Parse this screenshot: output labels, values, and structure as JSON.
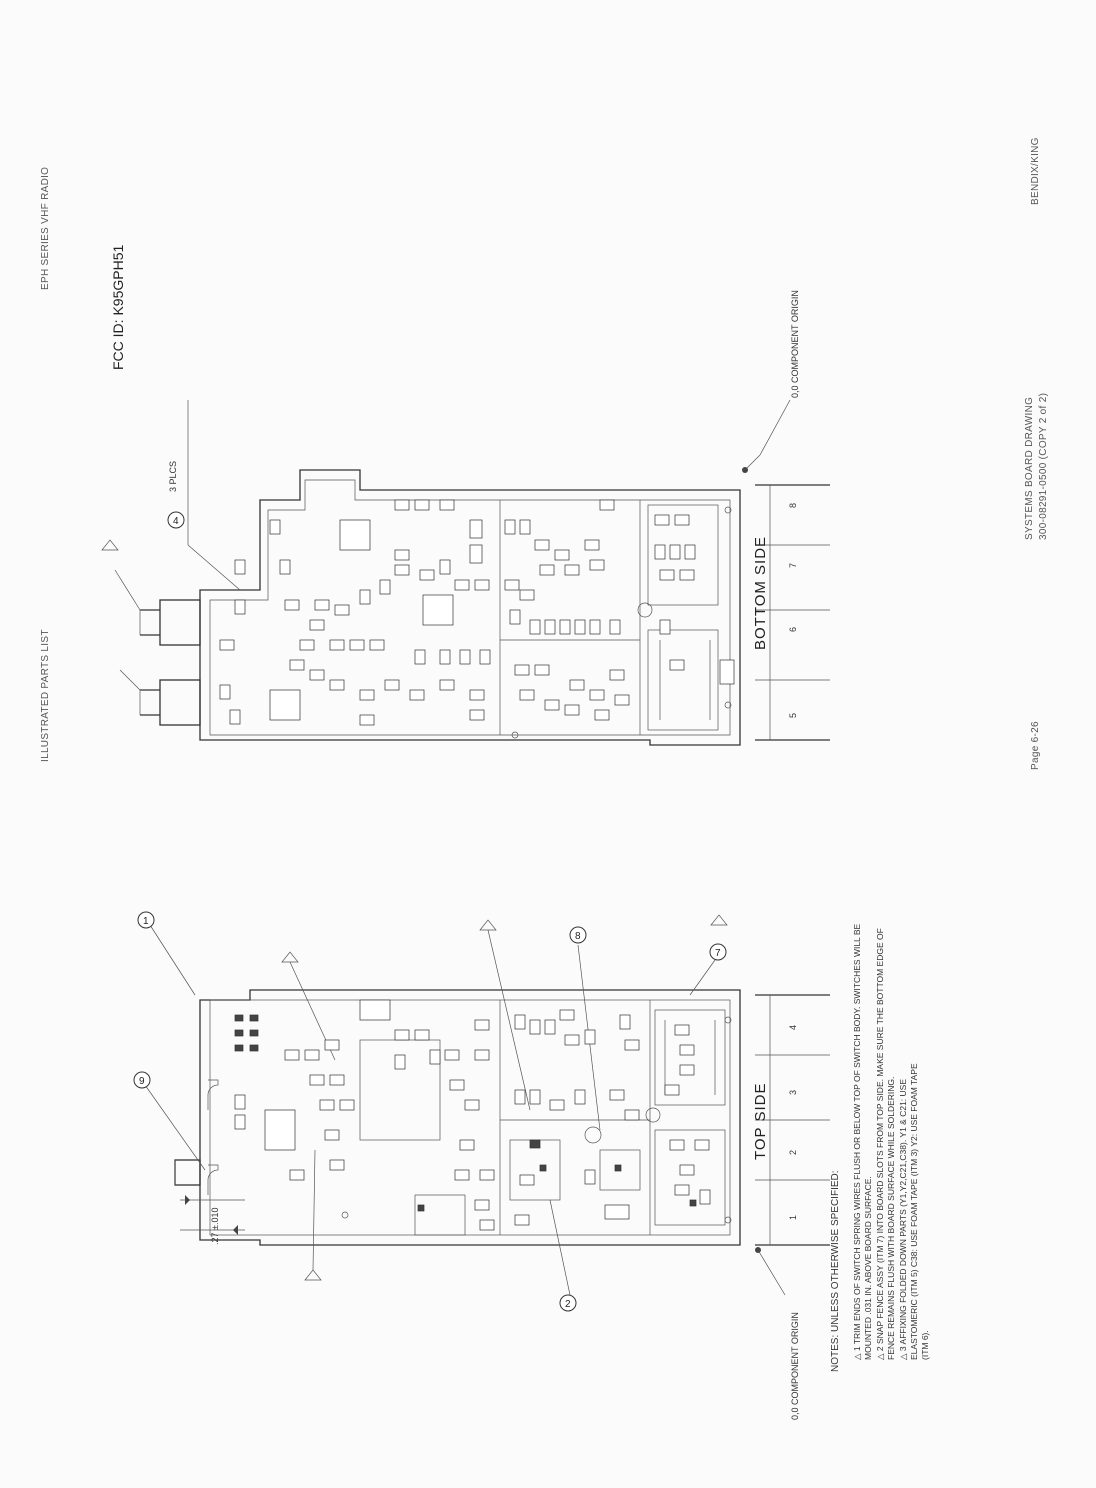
{
  "header": {
    "left": "ILLUSTRATED PARTS LIST",
    "right": "EPH SERIES VHF RADIO",
    "fcc_id": "FCC ID: K95GPH51"
  },
  "footer": {
    "page": "Page 6-26",
    "drawing_title": "SYSTEMS BOARD DRAWING",
    "drawing_number": "300-08291-0500  (COPY 2 of 2)",
    "company": "BENDIX/KING"
  },
  "bottom_view": {
    "side_label": "BOTTOM SIDE",
    "origin_label": "0,0 COMPONENT ORIGIN",
    "callout_label": "3 PLCS",
    "callout_number": "4",
    "zones": [
      "5",
      "6",
      "7",
      "8"
    ]
  },
  "top_view": {
    "side_label": "TOP SIDE",
    "origin_label": "0,0 COMPONENT ORIGIN",
    "dimension": ".27 ±.010",
    "zones": [
      "1",
      "2",
      "3",
      "4"
    ],
    "callouts": [
      "1",
      "9",
      "8",
      "7",
      "2"
    ]
  },
  "notes": {
    "heading": "NOTES:  UNLESS OTHERWISE SPECIFIED:",
    "items": [
      "TRIM ENDS OF SWITCH SPRING WIRES FLUSH OR BELOW TOP OF SWITCH BODY. SWITCHES WILL BE MOUNTED .031 IN. ABOVE BOARD SURFACE.",
      "SNAP FENCE ASSY (ITM 7) INTO BOARD SLOTS FROM TOP SIDE. MAKE SURE THE BOTTOM EDGE OF FENCE REMAINS FLUSH WITH BOARD SURFACE WHILE SOLDERING.",
      "AFFIXING FOLDED DOWN PARTS (Y1,Y2,C21,C38). Y1 & C21: USE ELASTOMERIC (ITM 5) C38: USE FOAM TAPE (ITM 3) Y2: USE FOAM TAPE (ITM 6)."
    ]
  }
}
